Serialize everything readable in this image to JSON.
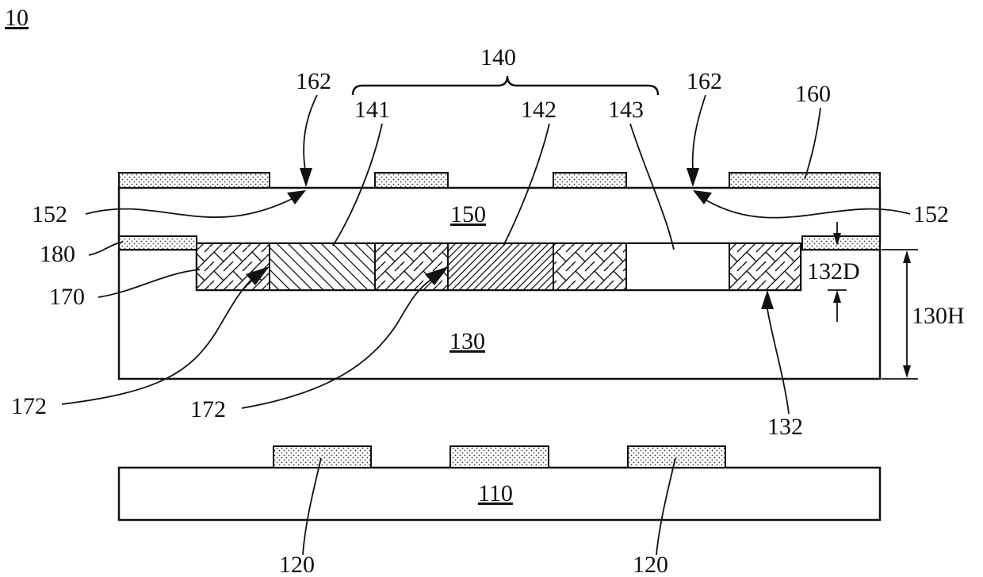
{
  "figure": {
    "figure_label": "10",
    "labels": {
      "l140": "140",
      "l141": "141",
      "l142": "142",
      "l143": "143",
      "l162_left": "162",
      "l162_right": "162",
      "l160": "160",
      "l152_left": "152",
      "l152_right": "152",
      "l150": "150",
      "l180": "180",
      "l170": "170",
      "l132D": "132D",
      "l130H": "130H",
      "l130": "130",
      "l172_left": "172",
      "l172_right": "172",
      "l132": "132",
      "l110": "110",
      "l120_left": "120",
      "l120_right": "120"
    }
  }
}
